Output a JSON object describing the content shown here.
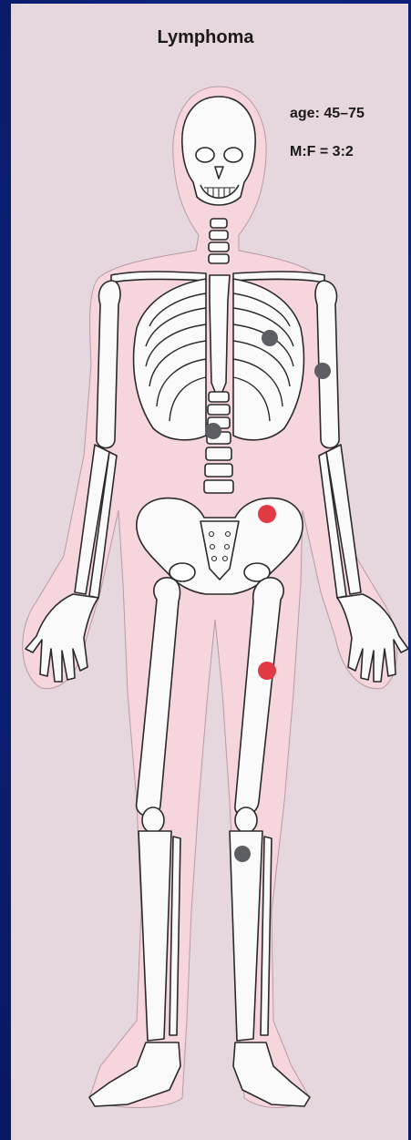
{
  "figure": {
    "title": "Lymphoma",
    "age_text": "age: 45–75",
    "ratio_text": "M:F = 3:2"
  },
  "lesions": [
    {
      "site": "left-rib",
      "color": "#5d5d64"
    },
    {
      "site": "left-humerus",
      "color": "#5d5d64"
    },
    {
      "site": "thoracic-vertebra",
      "color": "#5d5d64"
    },
    {
      "site": "left-ilium",
      "color": "#e23a44"
    },
    {
      "site": "left-femur",
      "color": "#e23a44"
    },
    {
      "site": "left-proximal-tibia",
      "color": "#5d5d64"
    }
  ],
  "colors": {
    "background": "#0d2580",
    "paper": "#e6d6de",
    "body": "#f6d5dc",
    "bone": "#fbfafa",
    "lesion_dark": "#5d5d64",
    "lesion_red": "#e23a44"
  }
}
